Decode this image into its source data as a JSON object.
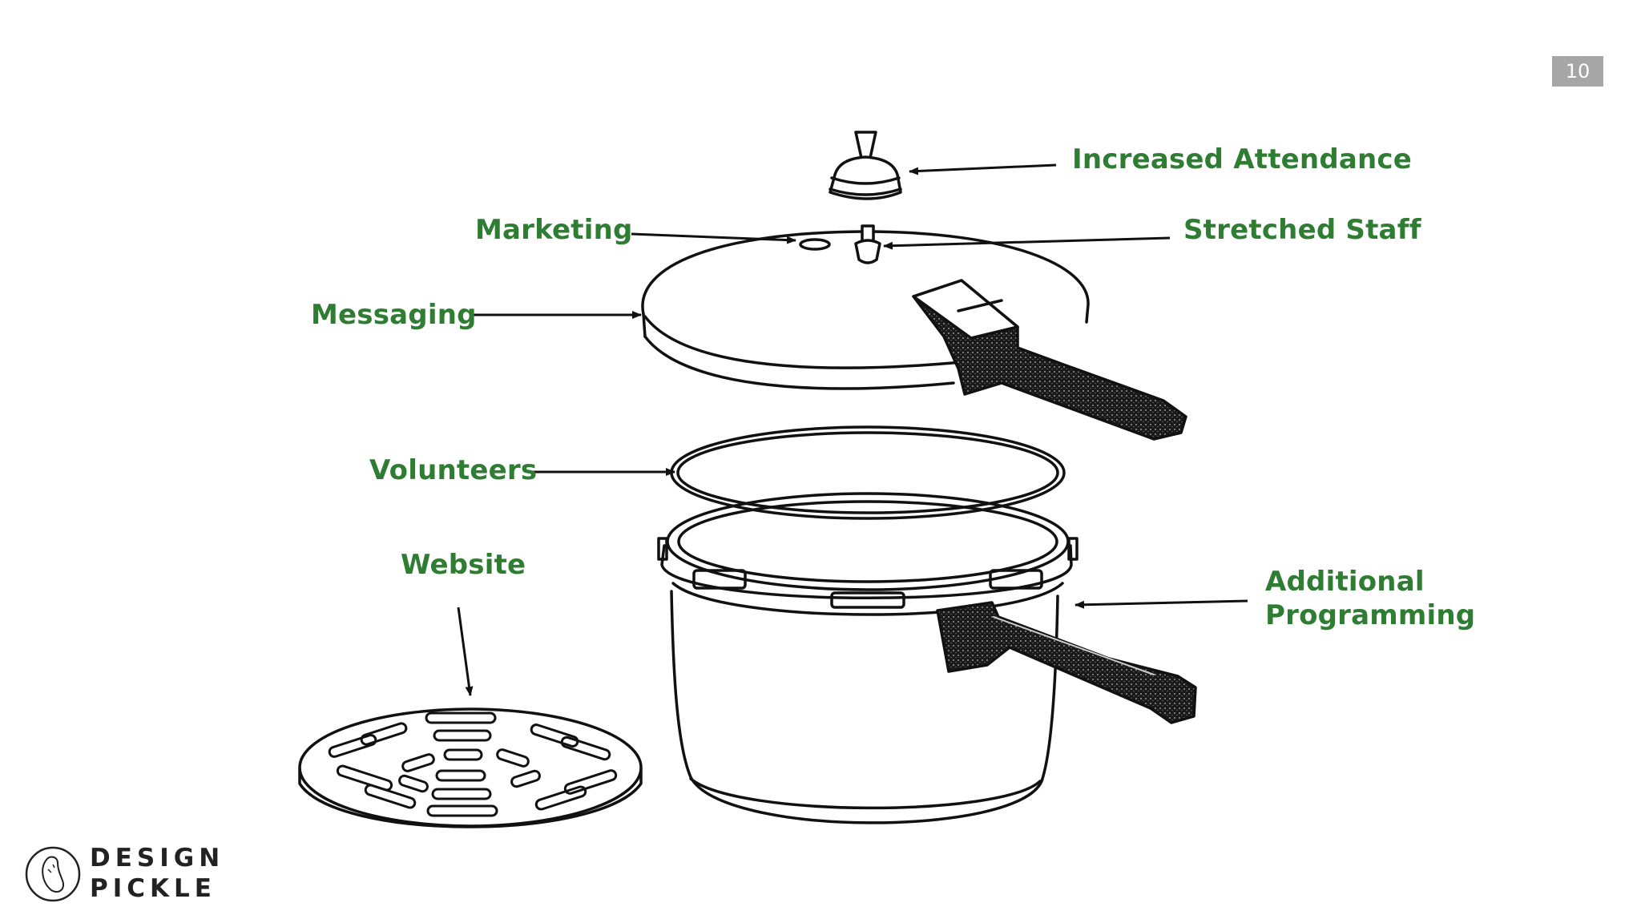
{
  "page_number": "10",
  "labels": {
    "increased_attendance": "Increased Attendance",
    "marketing": "Marketing",
    "stretched_staff": "Stretched Staff",
    "messaging": "Messaging",
    "volunteers": "Volunteers",
    "website": "Website",
    "additional_programming_line1": "Additional",
    "additional_programming_line2": "Programming"
  },
  "logo": {
    "line1": "DESIGN",
    "line2": "PICKLE"
  },
  "colors": {
    "label_green": "#2e7d32",
    "ink": "#111111",
    "badge_gray": "#a6a6a6"
  }
}
